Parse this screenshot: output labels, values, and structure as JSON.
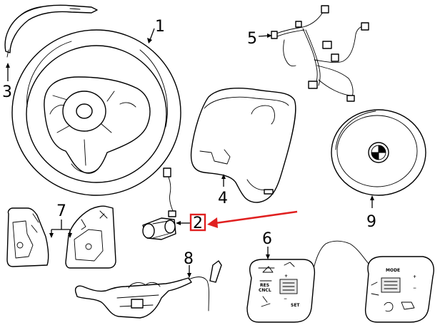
{
  "callouts": {
    "c1": "1",
    "c2": "2",
    "c3": "3",
    "c4": "4",
    "c5": "5",
    "c6": "6",
    "c7": "7",
    "c8": "8",
    "c9": "9"
  },
  "switch_labels": {
    "mode": "MODE",
    "res_cncl": "RES\nCNCL",
    "set": "SET",
    "plus": "+",
    "minus": "−"
  },
  "colors": {
    "line": "#000000",
    "highlight": "#e02020"
  }
}
